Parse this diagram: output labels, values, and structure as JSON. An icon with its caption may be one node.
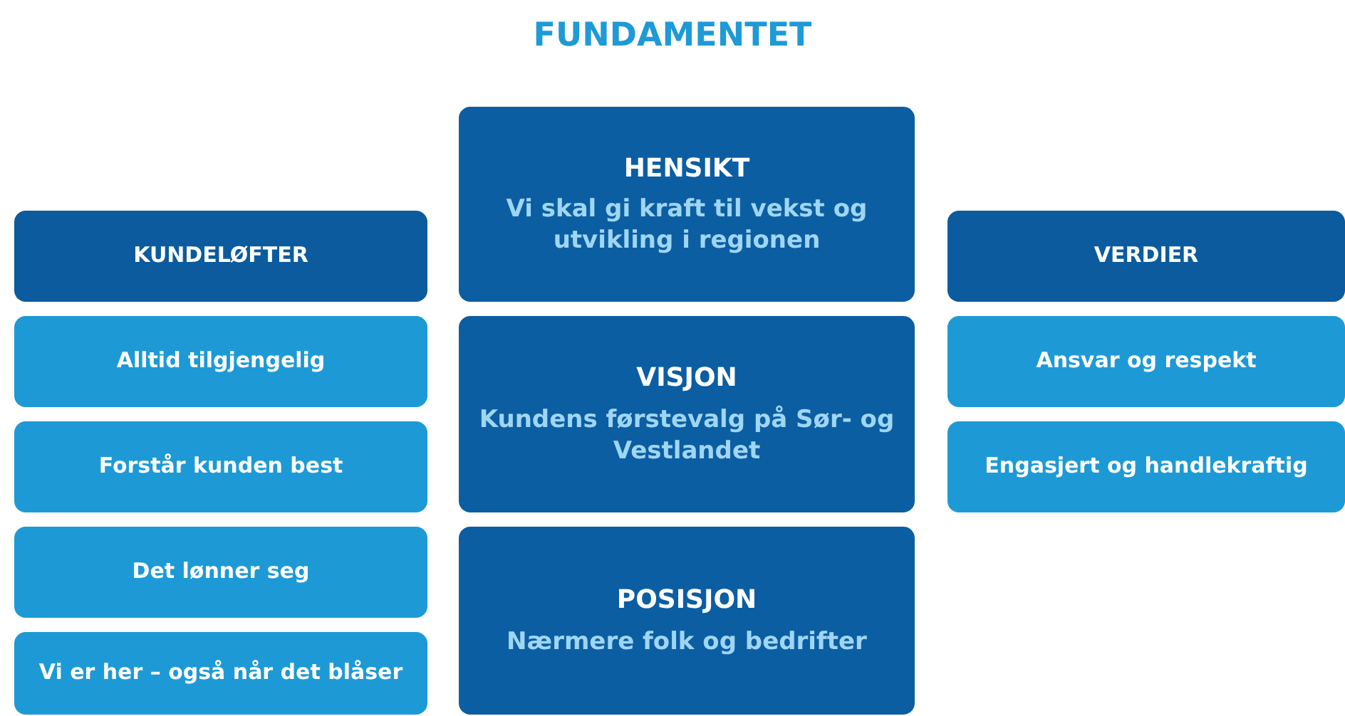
{
  "diagram": {
    "title": "FUNDAMENTET",
    "nodes": [
      {
        "text": [
          "KUNDELØFTER"
        ]
      },
      {
        "text": [
          "Alltid tilgjengelig"
        ]
      },
      {
        "text": [
          "Forstår kunden best"
        ]
      },
      {
        "text": [
          "Det lønner seg"
        ]
      },
      {
        "text": [
          "Vi er her – også når det blåser"
        ]
      },
      {
        "text": [
          "HENSIKT",
          "Vi skal gi kraft til vekst og utvikling i regionen"
        ]
      },
      {
        "text": [
          "VISJON",
          "Kundens førstevalg på Sør- og Vestlandet"
        ]
      },
      {
        "text": [
          "POSISJON",
          "Nærmere folk og bedrifter"
        ]
      },
      {
        "text": [
          "VERDIER"
        ]
      },
      {
        "text": [
          "Ansvar og respekt"
        ]
      },
      {
        "text": [
          "Engasjert og handlekraftig"
        ]
      }
    ],
    "edges": []
  }
}
